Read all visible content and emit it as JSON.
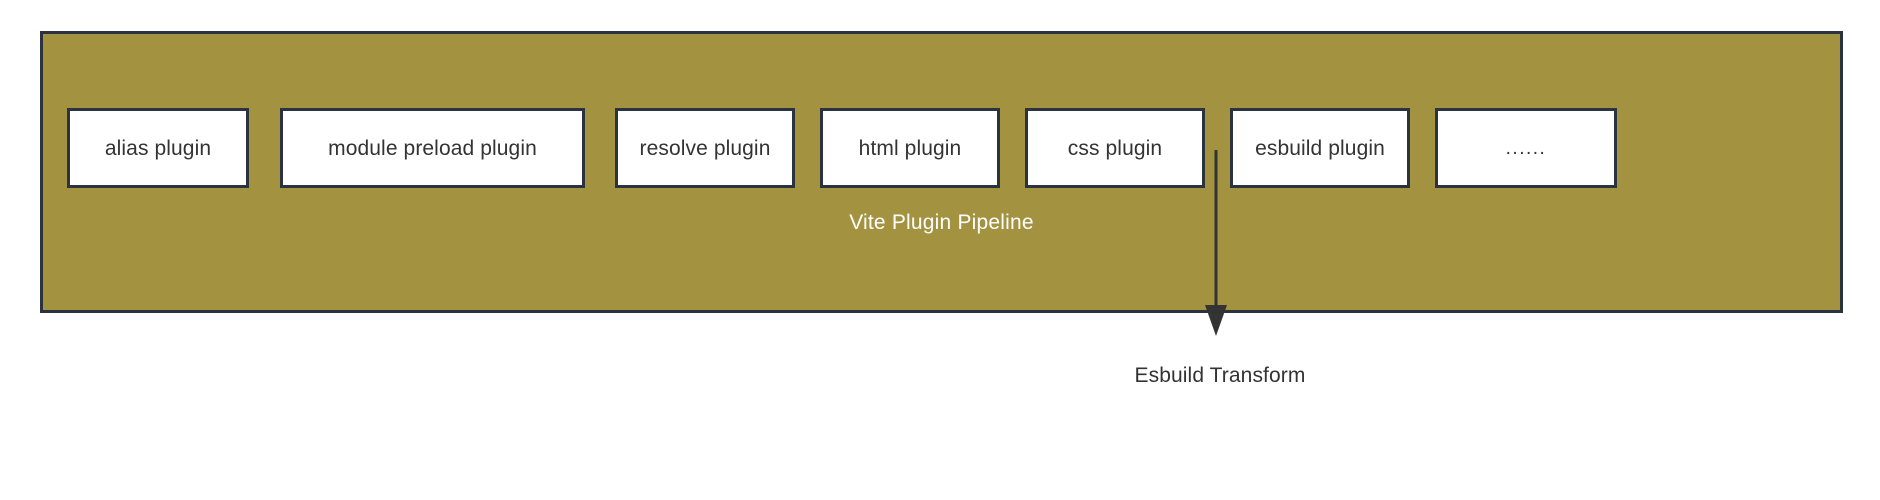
{
  "diagram": {
    "title": "Vite Plugin Pipeline",
    "background_color": "#FFFFFF",
    "pipeline": {
      "label": "Vite Plugin Pipeline",
      "fill_color": "#A39340",
      "border_color": "#2B333E",
      "label_color": "#FFFFFF",
      "plugins": [
        {
          "label": "alias plugin"
        },
        {
          "label": "module preload plugin"
        },
        {
          "label": "resolve plugin"
        },
        {
          "label": "html plugin"
        },
        {
          "label": "css plugin"
        },
        {
          "label": "esbuild plugin"
        },
        {
          "label": "......"
        }
      ]
    },
    "flow": {
      "arrow": {
        "from": "esbuild plugin",
        "to": "Esbuild Transform",
        "color": "#333333",
        "direction": "down"
      },
      "target_label": "Esbuild Transform",
      "target_label_color": "#333333"
    }
  }
}
